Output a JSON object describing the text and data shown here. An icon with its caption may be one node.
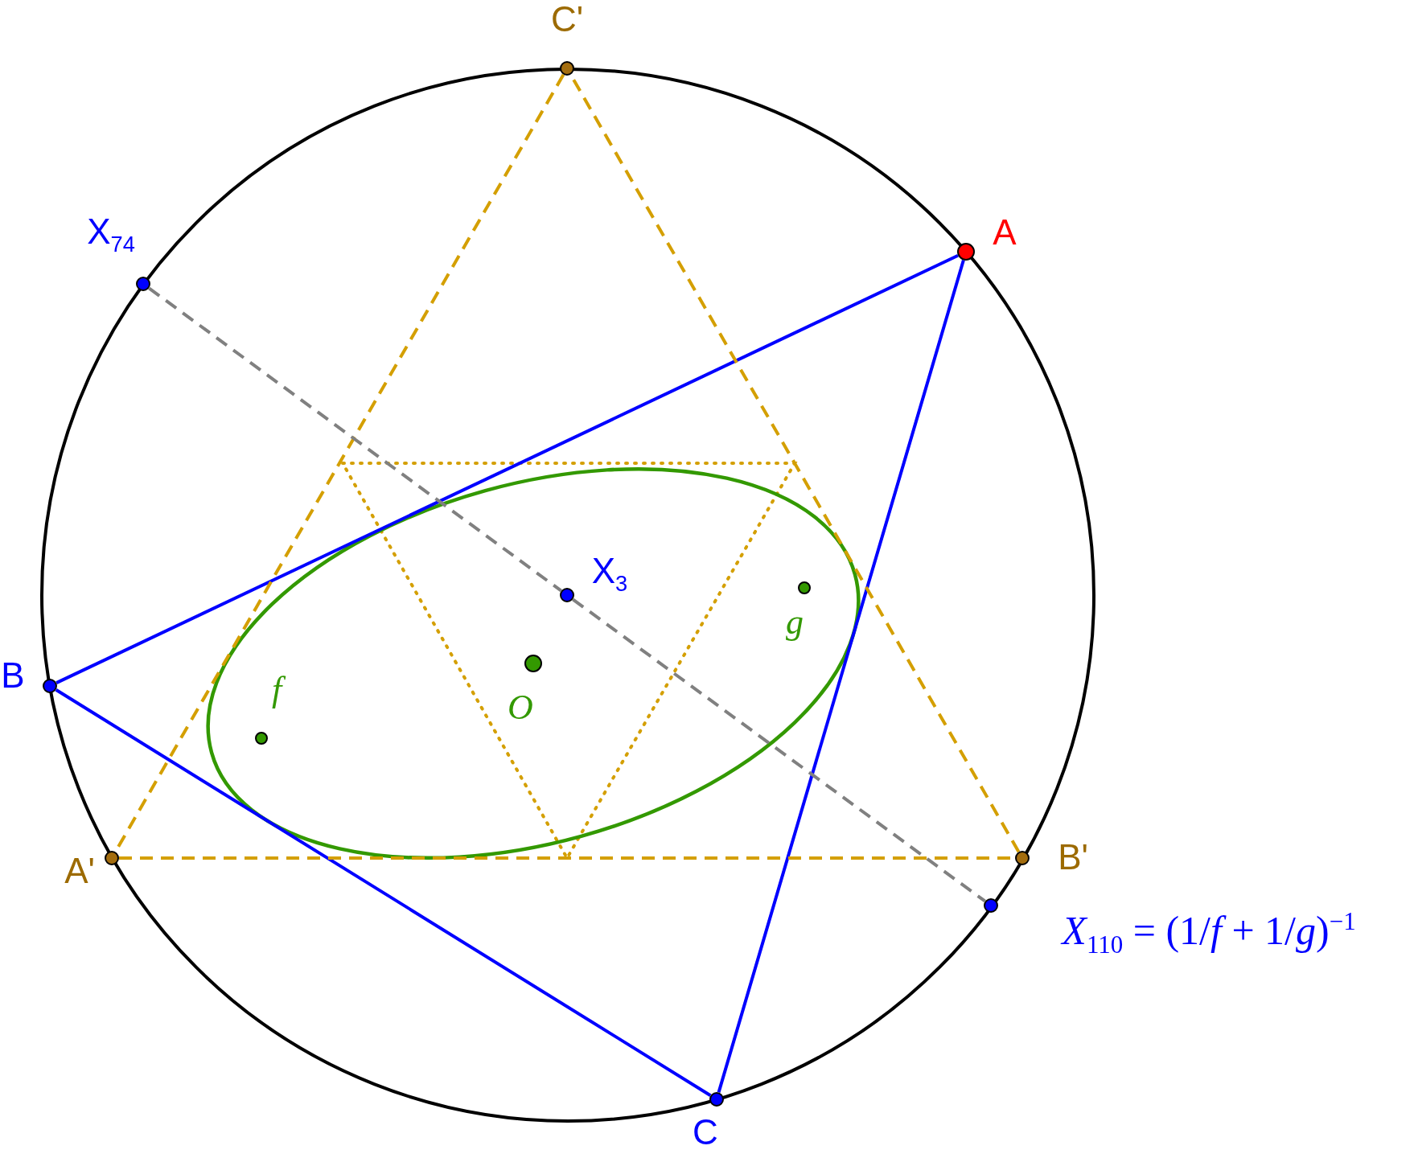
{
  "diagram": {
    "nodes": [
      {
        "text": [],
        "shape": "circle",
        "beside": [
          "C'"
        ]
      },
      {
        "text": [],
        "shape": "circle",
        "beside": [
          "A"
        ]
      },
      {
        "text": [],
        "shape": "circle",
        "beside": [
          "X$_{74}$"
        ]
      },
      {
        "text": [],
        "shape": "circle",
        "beside": [
          "X$_{3}$"
        ]
      },
      {
        "text": [],
        "shape": "circle",
        "beside": [
          "g"
        ]
      },
      {
        "text": [],
        "shape": "circle",
        "beside": [
          "B"
        ]
      },
      {
        "text": [],
        "shape": "circle",
        "beside": [
          "f"
        ]
      },
      {
        "text": [],
        "shape": "circle",
        "beside": [
          "O"
        ]
      },
      {
        "text": [],
        "shape": "circle",
        "beside": [
          "A'"
        ]
      },
      {
        "text": [],
        "shape": "circle",
        "beside": [
          "B'"
        ]
      },
      {
        "text": [],
        "shape": "circle",
        "beside": [
          "*X*$_{110}$ = (1/*f* + 1/*g*)$^{−1}$"
        ]
      },
      {
        "text": [],
        "shape": "circle",
        "beside": [
          "C"
        ]
      }
    ],
    "edges": [
      {
        "from": 1,
        "to": 5,
        "arrow": "none"
      },
      {
        "from": 5,
        "to": 11,
        "arrow": "none"
      },
      {
        "from": 11,
        "to": 1,
        "arrow": "none"
      },
      {
        "from": 8,
        "to": 9,
        "arrow": "none",
        "style": "dashed",
        "color": "#d49f00"
      },
      {
        "from": 9,
        "to": 0,
        "arrow": "none",
        "style": "dashed",
        "color": "#d49f00"
      },
      {
        "from": 0,
        "to": 8,
        "arrow": "none",
        "style": "dashed",
        "color": "#d49f00"
      },
      {
        "from": 2,
        "to": 3,
        "arrow": "none",
        "style": "dashed",
        "color": "#808080"
      },
      {
        "from": 3,
        "to": 10,
        "arrow": "none",
        "style": "dashed",
        "color": "#808080"
      }
    ]
  }
}
